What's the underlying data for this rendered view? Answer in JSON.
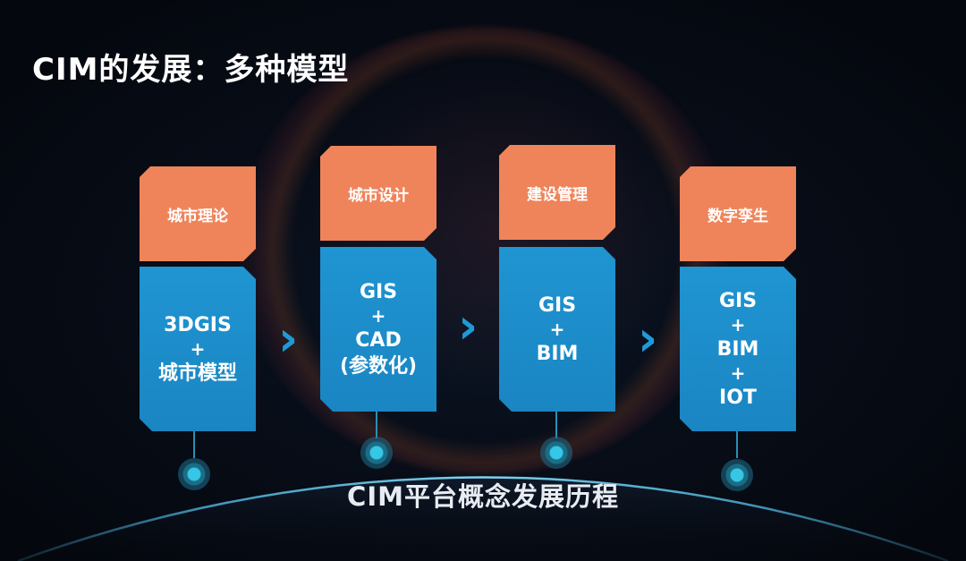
{
  "page_title": "CIM的发展：多种模型",
  "stages": [
    {
      "phase": "城市理论",
      "model_lines": [
        "3DGIS",
        "+",
        "城市模型"
      ]
    },
    {
      "phase": "城市设计",
      "model_lines": [
        "GIS",
        "+",
        "CAD",
        "(参数化)"
      ]
    },
    {
      "phase": "建设管理",
      "model_lines": [
        "GIS",
        "+",
        "BIM"
      ]
    },
    {
      "phase": "数字孪生",
      "model_lines": [
        "GIS",
        "+",
        "BIM",
        "+",
        "IOT"
      ]
    }
  ],
  "arrow_glyph": "›",
  "timeline_caption": "CIM平台概念发展历程",
  "colors": {
    "phase_fill": "#ef845a",
    "model_fill": "#1f95d2",
    "arc": "#4fb6e0",
    "node": "#36c6e6"
  }
}
